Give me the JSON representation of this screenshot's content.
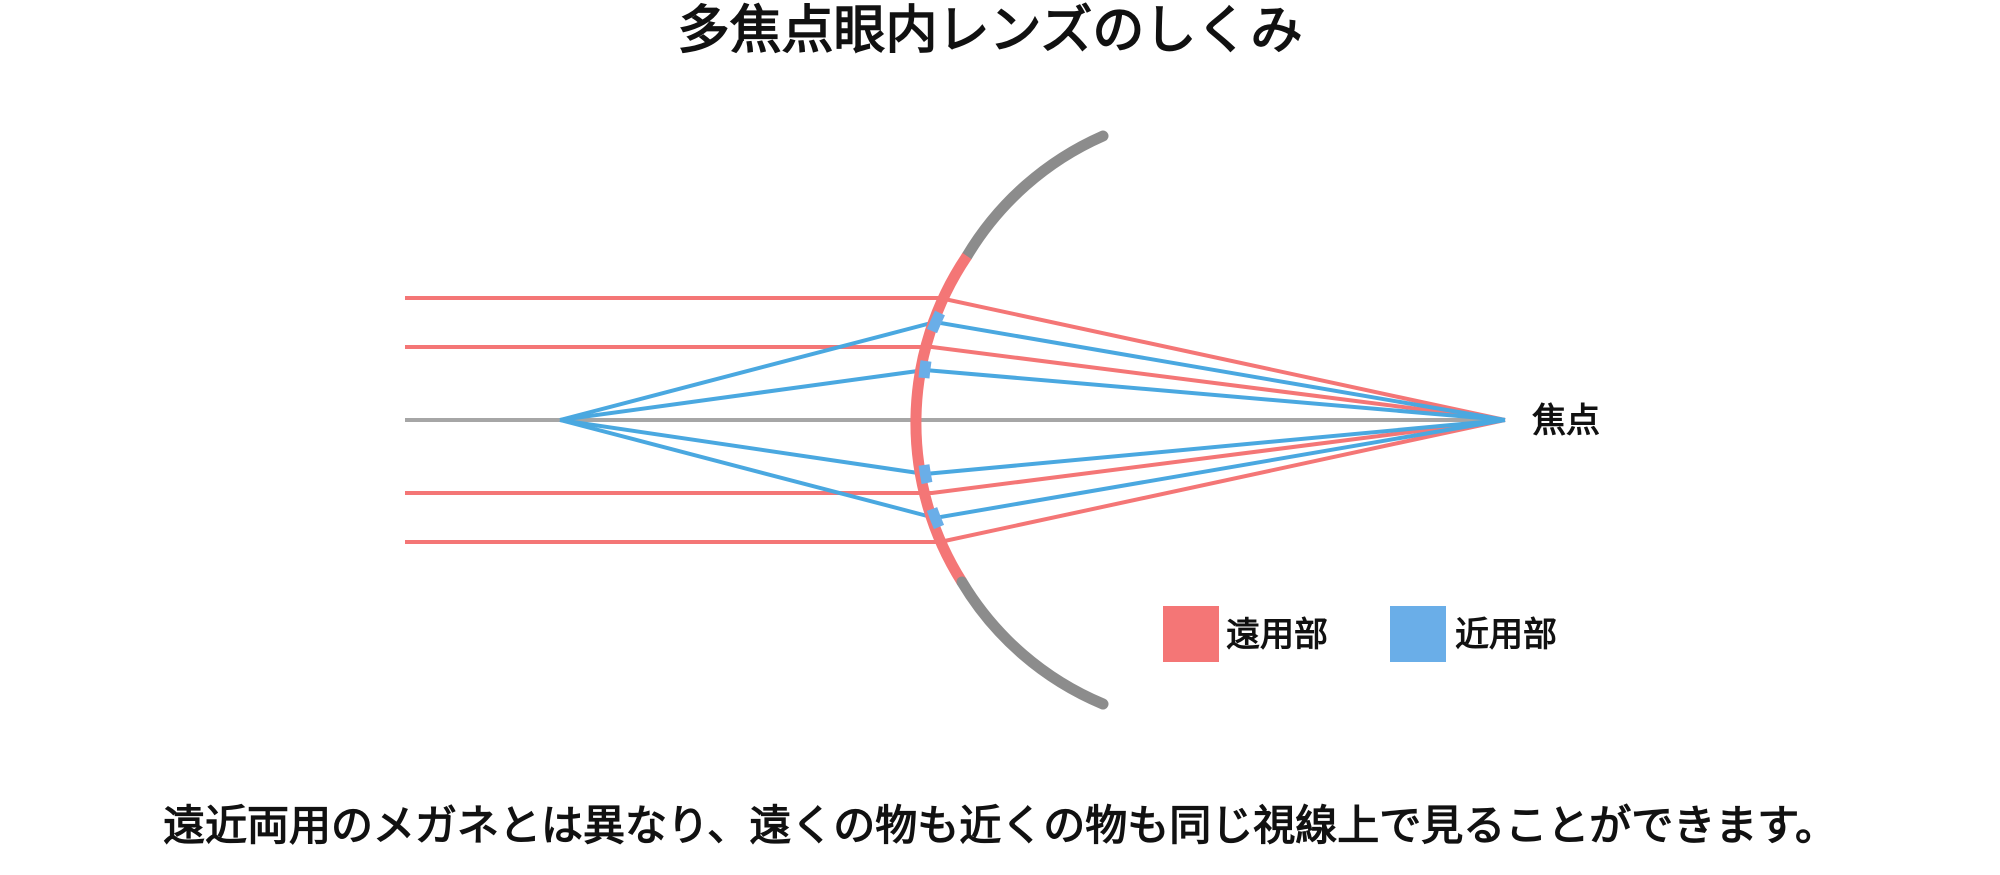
{
  "title": "多焦点眼内レンズのしくみ",
  "focus_label": "焦点",
  "caption": "遠近両用のメガネとは異なり、遠くの物も近くの物も同じ視線上で見ることができます。",
  "legend": [
    {
      "label": "遠用部",
      "color": "#f47676"
    },
    {
      "label": "近用部",
      "color": "#6aaee8"
    }
  ],
  "colors": {
    "far_ray": "#f47676",
    "near_ray": "#4aa8e0",
    "axis": "#a6a6a6",
    "lens_outer": "#8c8c8c"
  }
}
